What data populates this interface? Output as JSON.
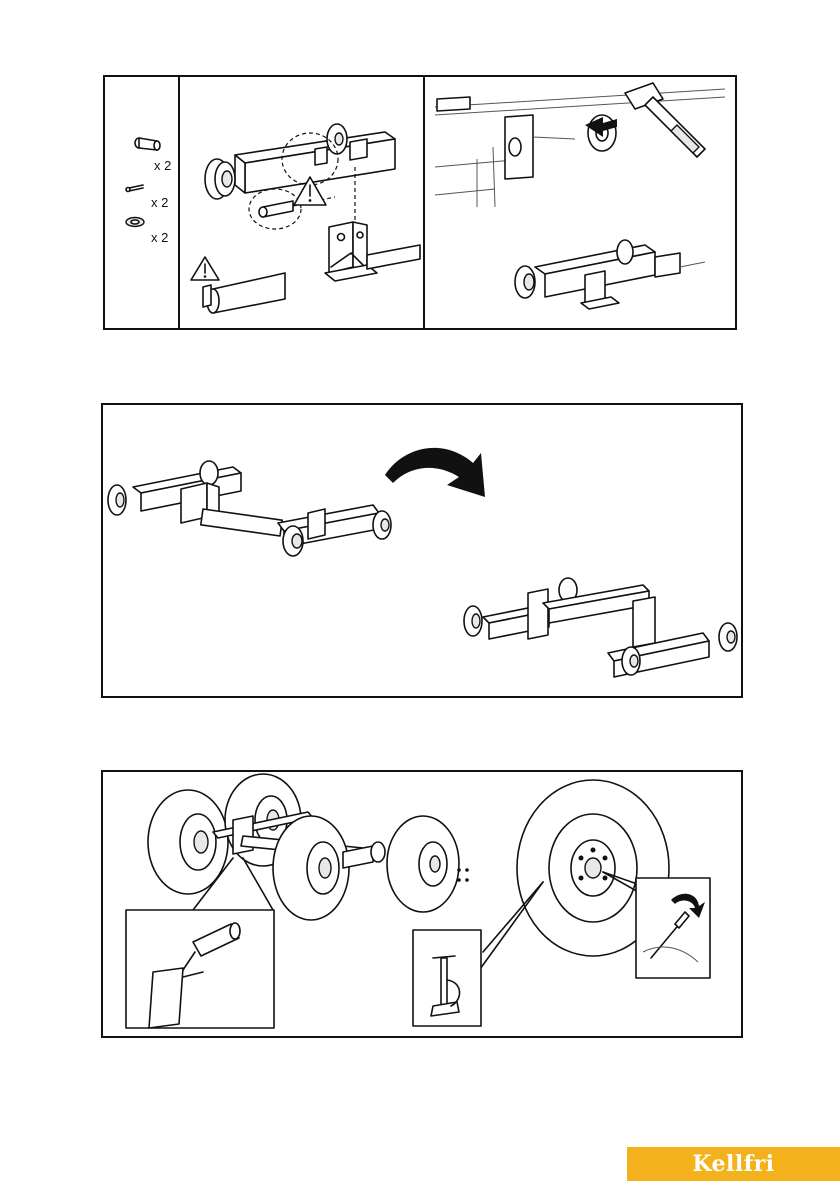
{
  "step1": {
    "parts": [
      {
        "icon": "pin-icon",
        "qty": "x 2"
      },
      {
        "icon": "split-pin-icon",
        "qty": "x 2"
      },
      {
        "icon": "washer-icon",
        "qty": "x 2"
      }
    ]
  },
  "step2": {},
  "step3": {},
  "brand": {
    "name": "Kellfri",
    "color": "#f3b11b"
  }
}
